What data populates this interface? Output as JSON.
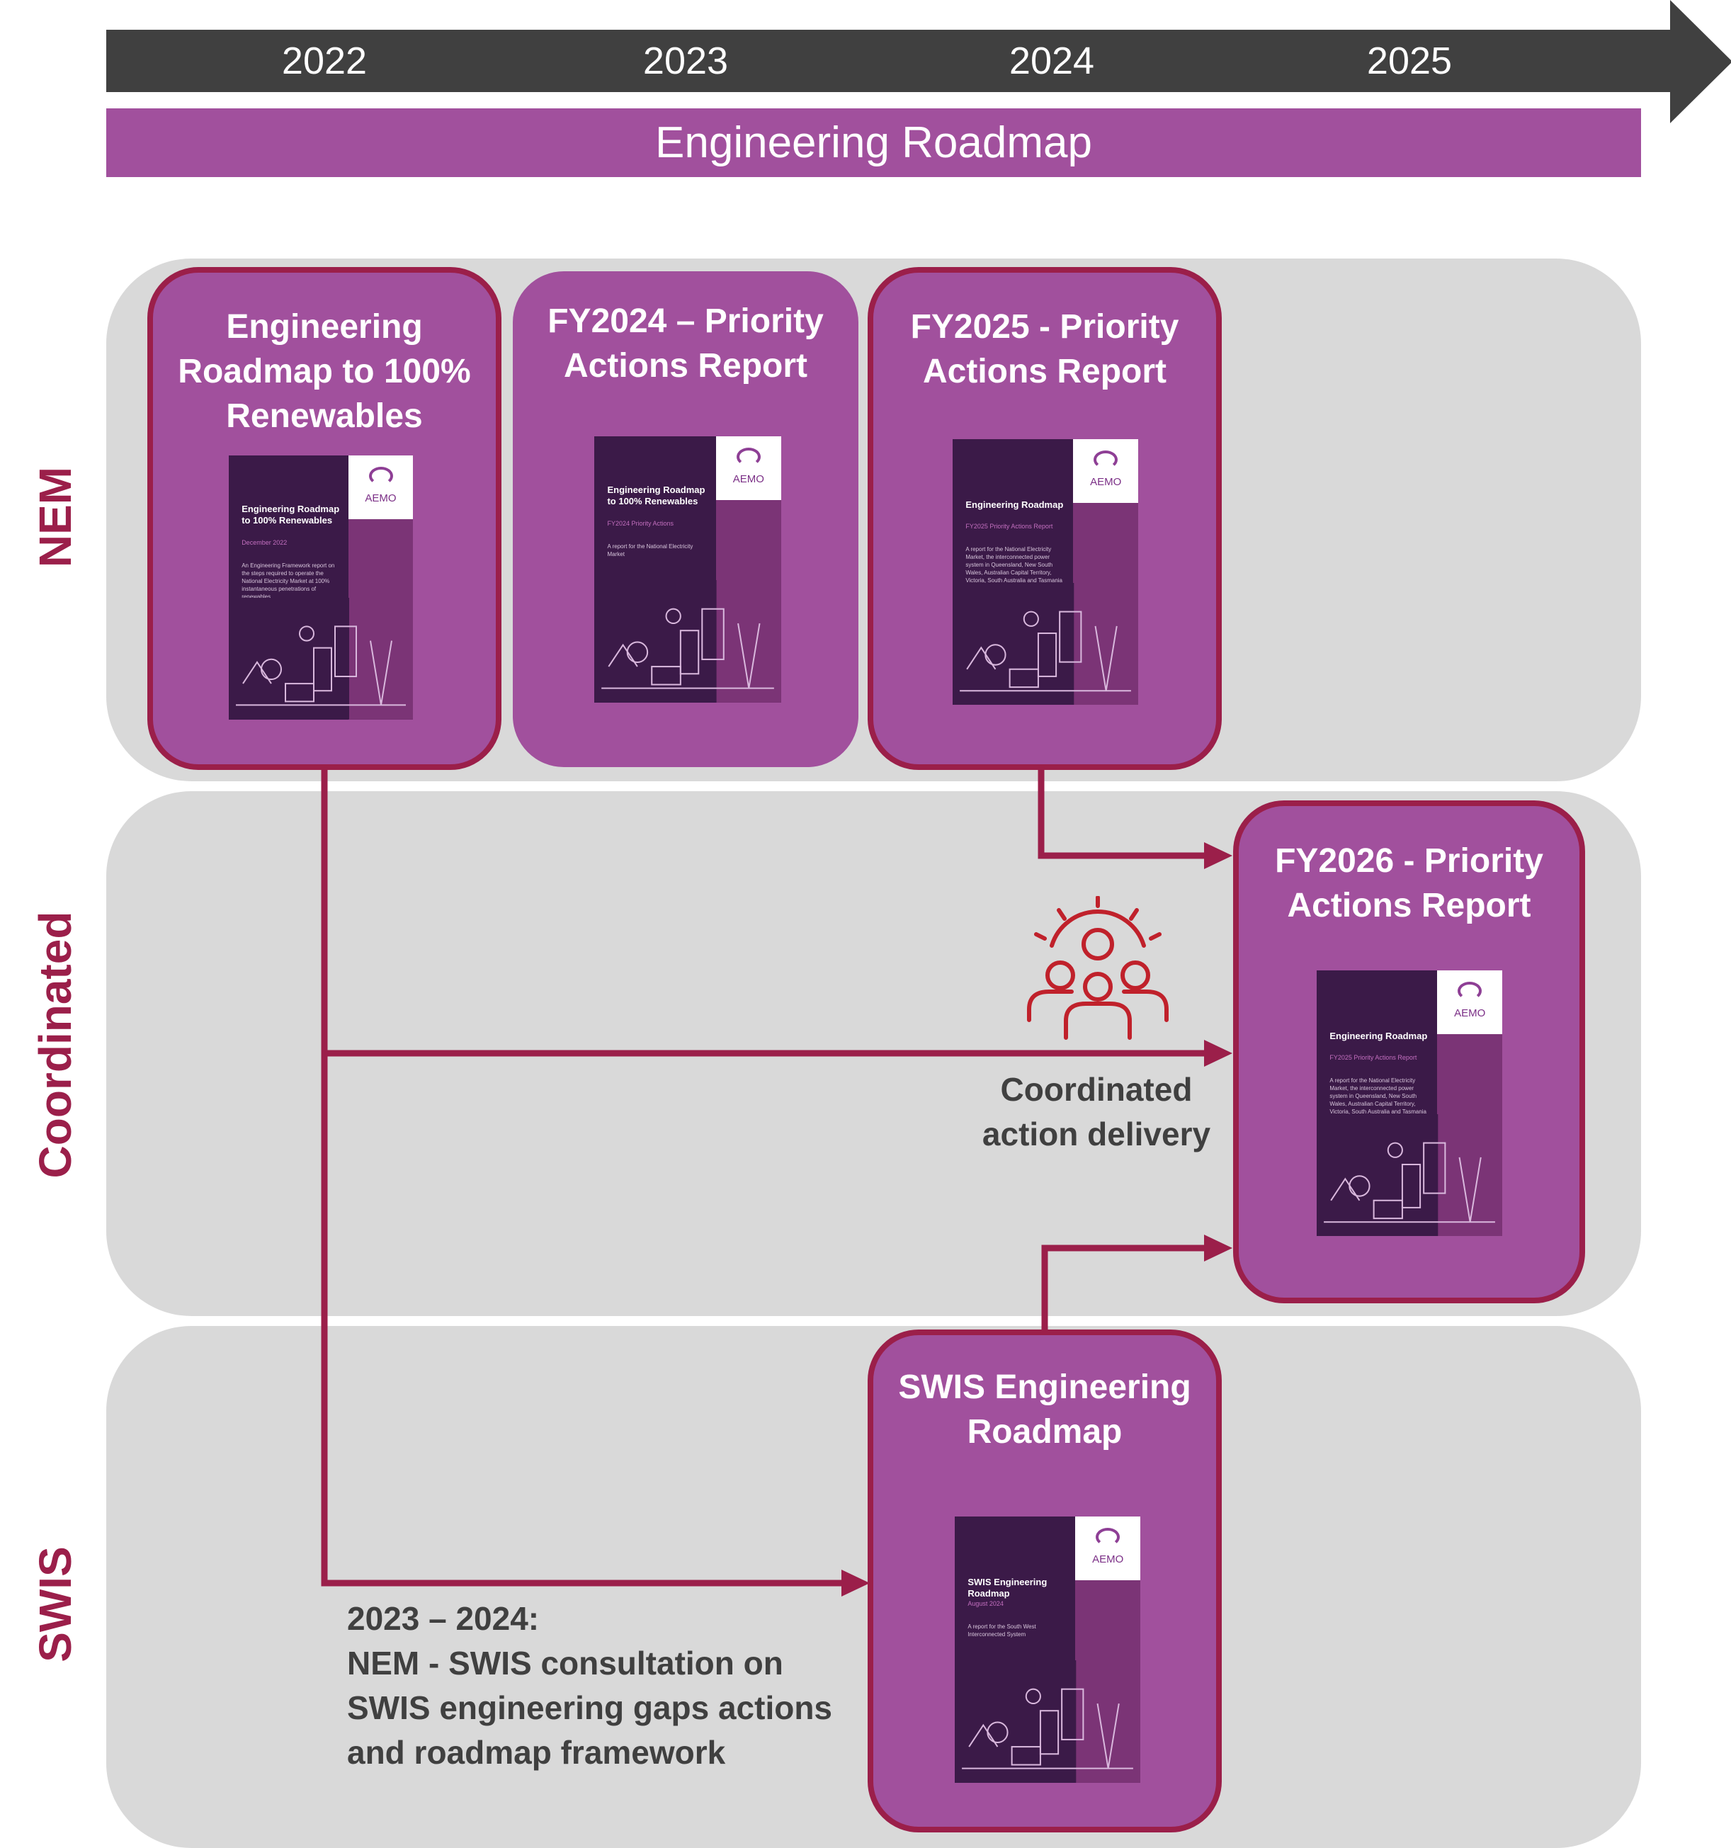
{
  "timeline": {
    "years": [
      "2022",
      "2023",
      "2024",
      "2025"
    ],
    "band_label": "Engineering Roadmap"
  },
  "lanes": {
    "nem": "NEM",
    "coordinated": "Coordinated",
    "swis": "SWIS"
  },
  "cards": {
    "eng_roadmap": {
      "title_lines": [
        "Engineering",
        "Roadmap to 100%",
        "Renewables"
      ],
      "cover": {
        "title": "Engineering Roadmap to 100% Renewables",
        "subtitle": "December 2022",
        "description": "An Engineering Framework report on the steps required to operate the National Electricity Market at 100% instantaneous penetrations of renewables",
        "logo": "AEMO"
      }
    },
    "fy2024": {
      "title_lines": [
        "FY2024 – Priority",
        "Actions Report"
      ],
      "cover": {
        "title": "Engineering Roadmap to 100% Renewables",
        "subtitle": "FY2024 Priority Actions",
        "description": "A report for the National Electricity Market",
        "logo": "AEMO"
      }
    },
    "fy2025": {
      "title_lines": [
        "FY2025 - Priority",
        "Actions Report"
      ],
      "cover": {
        "title": "Engineering Roadmap",
        "subtitle": "FY2025 Priority Actions Report",
        "description": "A report for the National Electricity Market, the interconnected power system in Queensland, New South Wales, Australian Capital Territory, Victoria, South Australia and Tasmania",
        "logo": "AEMO"
      }
    },
    "fy2026": {
      "title_lines": [
        "FY2026 - Priority",
        "Actions Report"
      ],
      "cover": {
        "title": "Engineering Roadmap",
        "subtitle": "FY2025 Priority Actions Report",
        "description": "A report for the National Electricity Market, the interconnected power system in Queensland, New South Wales, Australian Capital Territory, Victoria, South Australia and Tasmania",
        "logo": "AEMO"
      }
    },
    "swis": {
      "title_lines": [
        "SWIS Engineering",
        "Roadmap"
      ],
      "cover": {
        "title": "SWIS Engineering Roadmap",
        "subtitle": "August 2024",
        "description": "A report for the South West Interconnected System",
        "logo": "AEMO"
      }
    }
  },
  "coordinated_callout": [
    "Coordinated",
    "action delivery"
  ],
  "consultation_callout": [
    "2023 – 2024:",
    "NEM - SWIS consultation on",
    "SWIS engineering gaps actions",
    "and roadmap framework"
  ],
  "colors": {
    "card": "#a1509d",
    "outline": "#9b1f4a",
    "lane": "#d9d9d9",
    "timeline": "#404040",
    "icon": "#c0212b"
  }
}
